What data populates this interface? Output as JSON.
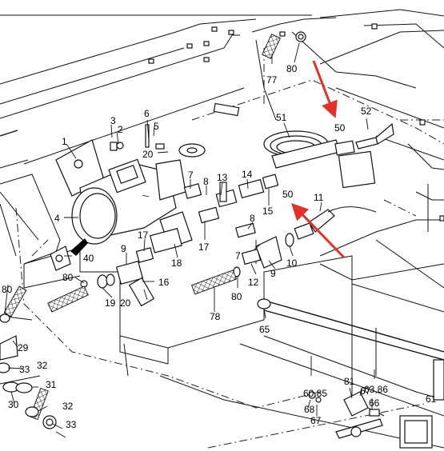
{
  "diagram": {
    "callouts": {
      "c1": "1",
      "c2": "2",
      "c3": "3",
      "c4": "4",
      "c5": "5",
      "c6": "6",
      "c7a": "7",
      "c7b": "7",
      "c8a": "8",
      "c8b": "8",
      "c9a": "9",
      "c9b": "9",
      "c10": "10",
      "c11": "11",
      "c12": "12",
      "c13": "13",
      "c14": "14",
      "c15": "15",
      "c16": "16",
      "c17a": "17",
      "c17b": "17",
      "c18": "18",
      "c19": "19",
      "c20a": "20",
      "c20b": "20",
      "c29": "29",
      "c30": "30",
      "c31": "31",
      "c32a": "32",
      "c32b": "32",
      "c33a": "33",
      "c33b": "33",
      "c40": "40",
      "c50a": "50",
      "c50b": "50",
      "c51": "51",
      "c52": "52",
      "c60": "60,85",
      "c61": "61",
      "c63": "63,86",
      "c65": "65",
      "c66": "66",
      "c67a": "67",
      "c67b": "67",
      "c68": "68",
      "c77": "77",
      "c78": "78",
      "c80a": "80",
      "c80b": "80",
      "c80c": "80",
      "c80d": "80",
      "c81": "81"
    },
    "colors": {
      "line": "#111111",
      "highlight_arrow": "#e0322b",
      "background": "#ffffff"
    }
  }
}
